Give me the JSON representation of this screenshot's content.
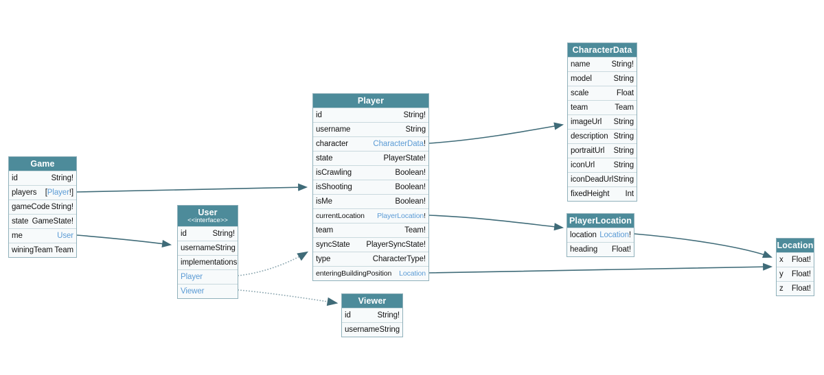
{
  "diagram": {
    "colors": {
      "header_bg": "#4d8b9a",
      "header_text": "#ffffff",
      "row_bg": "#f7fafb",
      "row_border": "#c9d9de",
      "table_border": "#8fb0ba",
      "field_text": "#111111",
      "link_text": "#5b9bd5",
      "edge_solid": "#3f6b78",
      "edge_dotted": "#8fa9b2"
    },
    "entities": [
      {
        "id": "Game",
        "title": "Game",
        "stereotype": "",
        "fields": [
          {
            "name": "id",
            "type": [
              {
                "text": "String!"
              }
            ]
          },
          {
            "name": "players",
            "type": [
              {
                "text": "["
              },
              {
                "text": "Player",
                "link": true
              },
              {
                "text": "!]"
              }
            ]
          },
          {
            "name": "gameCode",
            "type": [
              {
                "text": "String!"
              }
            ]
          },
          {
            "name": "state",
            "type": [
              {
                "text": "GameState!"
              }
            ]
          },
          {
            "name": "me",
            "type": [
              {
                "text": "User",
                "link": true
              }
            ]
          },
          {
            "name": "winingTeam",
            "type": [
              {
                "text": "Team"
              }
            ]
          }
        ]
      },
      {
        "id": "User",
        "title": "User",
        "stereotype": "<<interface>>",
        "fields": [
          {
            "name": "id",
            "type": [
              {
                "text": "String!"
              }
            ]
          },
          {
            "name": "username",
            "type": [
              {
                "text": "String"
              }
            ]
          },
          {
            "name": "implementations",
            "type": []
          },
          {
            "name": "Player",
            "name_link": true,
            "type": []
          },
          {
            "name": "Viewer",
            "name_link": true,
            "type": []
          }
        ]
      },
      {
        "id": "Player",
        "title": "Player",
        "stereotype": "",
        "fields": [
          {
            "name": "id",
            "type": [
              {
                "text": "String!"
              }
            ]
          },
          {
            "name": "username",
            "type": [
              {
                "text": "String"
              }
            ]
          },
          {
            "name": "character",
            "type": [
              {
                "text": "CharacterData",
                "link": true
              },
              {
                "text": "!"
              }
            ]
          },
          {
            "name": "state",
            "type": [
              {
                "text": "PlayerState!"
              }
            ]
          },
          {
            "name": "isCrawling",
            "type": [
              {
                "text": "Boolean!"
              }
            ]
          },
          {
            "name": "isShooting",
            "type": [
              {
                "text": "Boolean!"
              }
            ]
          },
          {
            "name": "isMe",
            "type": [
              {
                "text": "Boolean!"
              }
            ]
          },
          {
            "name": "currentLocation",
            "type": [
              {
                "text": "PlayerLocation",
                "link": true
              },
              {
                "text": "!"
              }
            ]
          },
          {
            "name": "team",
            "type": [
              {
                "text": "Team!"
              }
            ]
          },
          {
            "name": "syncState",
            "type": [
              {
                "text": "PlayerSyncState!"
              }
            ]
          },
          {
            "name": "type",
            "type": [
              {
                "text": "CharacterType!"
              }
            ]
          },
          {
            "name": "enteringBuildingPosition",
            "type": [
              {
                "text": "Location",
                "link": true
              }
            ]
          }
        ]
      },
      {
        "id": "Viewer",
        "title": "Viewer",
        "stereotype": "",
        "fields": [
          {
            "name": "id",
            "type": [
              {
                "text": "String!"
              }
            ]
          },
          {
            "name": "username",
            "type": [
              {
                "text": "String"
              }
            ]
          }
        ]
      },
      {
        "id": "CharacterData",
        "title": "CharacterData",
        "stereotype": "",
        "fields": [
          {
            "name": "name",
            "type": [
              {
                "text": "String!"
              }
            ]
          },
          {
            "name": "model",
            "type": [
              {
                "text": "String"
              }
            ]
          },
          {
            "name": "scale",
            "type": [
              {
                "text": "Float"
              }
            ]
          },
          {
            "name": "team",
            "type": [
              {
                "text": "Team"
              }
            ]
          },
          {
            "name": "imageUrl",
            "type": [
              {
                "text": "String"
              }
            ]
          },
          {
            "name": "description",
            "type": [
              {
                "text": "String"
              }
            ]
          },
          {
            "name": "portraitUrl",
            "type": [
              {
                "text": "String"
              }
            ]
          },
          {
            "name": "iconUrl",
            "type": [
              {
                "text": "String"
              }
            ]
          },
          {
            "name": "iconDeadUrl",
            "type": [
              {
                "text": "String"
              }
            ]
          },
          {
            "name": "fixedHeight",
            "type": [
              {
                "text": "Int"
              }
            ]
          }
        ]
      },
      {
        "id": "PlayerLocation",
        "title": "PlayerLocation",
        "stereotype": "",
        "fields": [
          {
            "name": "location",
            "type": [
              {
                "text": "Location",
                "link": true
              },
              {
                "text": "!"
              }
            ]
          },
          {
            "name": "heading",
            "type": [
              {
                "text": "Float!"
              }
            ]
          }
        ]
      },
      {
        "id": "Location",
        "title": "Location",
        "stereotype": "",
        "fields": [
          {
            "name": "x",
            "type": [
              {
                "text": "Float!"
              }
            ]
          },
          {
            "name": "y",
            "type": [
              {
                "text": "Float!"
              }
            ]
          },
          {
            "name": "z",
            "type": [
              {
                "text": "Float!"
              }
            ]
          }
        ]
      }
    ],
    "edges": [
      {
        "from": "Game.players",
        "to": "Player",
        "style": "solid"
      },
      {
        "from": "Game.me",
        "to": "User",
        "style": "solid"
      },
      {
        "from": "User.Player",
        "to": "Player",
        "style": "dotted"
      },
      {
        "from": "User.Viewer",
        "to": "Viewer",
        "style": "dotted"
      },
      {
        "from": "Player.character",
        "to": "CharacterData",
        "style": "solid"
      },
      {
        "from": "Player.currentLocation",
        "to": "PlayerLocation",
        "style": "solid"
      },
      {
        "from": "Player.enteringBuildingPosition",
        "to": "Location",
        "style": "solid"
      },
      {
        "from": "PlayerLocation.location",
        "to": "Location",
        "style": "solid"
      }
    ]
  }
}
